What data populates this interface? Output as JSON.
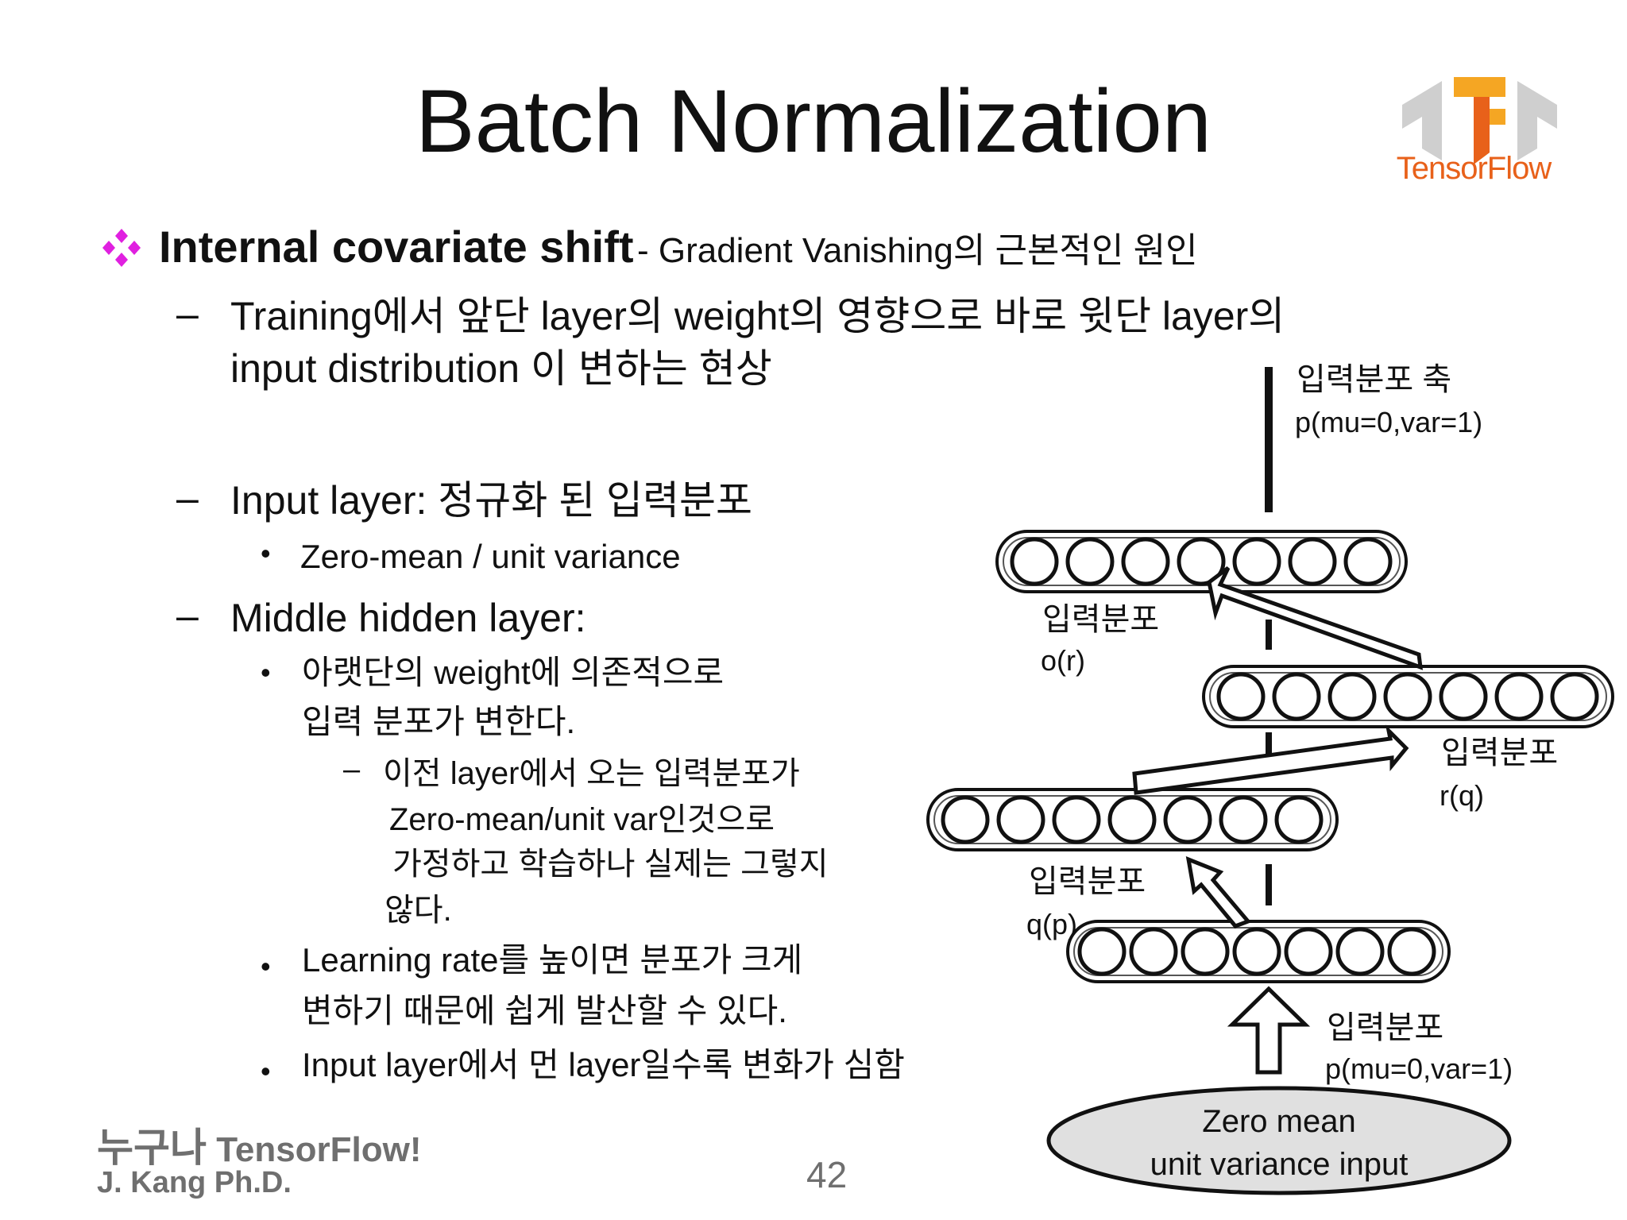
{
  "slide": {
    "title": "Batch Normalization",
    "logo_text": "TensorFlow",
    "heading_bold": "Internal covariate shift",
    "heading_rest": "- Gradient Vanishing의 근본적인 원인",
    "items": {
      "training_1": "Training에서 앞단 layer의 weight의 영향으로 바로 윗단 layer의",
      "training_2": "input distribution 이 변하는 현상",
      "input_layer": "Input layer: 정규화 된 입력분포",
      "zero_mean": "Zero-mean / unit variance",
      "middle": "Middle hidden layer:",
      "lower_1": "아랫단의 weight에 의존적으로",
      "lower_2": "입력 분포가 변한다.",
      "prev_1": "이전 layer에서 오는 입력분포가",
      "prev_2": "Zero-mean/unit var인것으로",
      "prev_3": "가정하고 학습하나 실제는 그렇지",
      "prev_4": "않다.",
      "lr_1": "Learning rate를 높이면 분포가 크게",
      "lr_2": "변하기 때문에 쉽게 발산할 수 있다.",
      "far": "Input layer에서 먼 layer일수록 변화가 심함"
    },
    "diagram": {
      "axis_label_1": "입력분포 축",
      "axis_label_2": "p(mu=0,var=1)",
      "o_label_1": "입력분포",
      "o_label_2": "o(r)",
      "r_label_1": "입력분포",
      "r_label_2": "r(q)",
      "q_label_1": "입력분포",
      "q_label_2": "q(p)",
      "p_label_1": "입력분포",
      "p_label_2": "p(mu=0,var=1)",
      "input_1": "Zero mean",
      "input_2": "unit variance input"
    },
    "footer": {
      "brand_korean": "누구나",
      "brand_rest": "TensorFlow!",
      "author": "J. Kang Ph.D.",
      "page_number": "42"
    },
    "colors": {
      "bullet_magenta": "#e020e0",
      "logo_orange": "#f39c12",
      "logo_gray": "#c8c8c8"
    }
  }
}
